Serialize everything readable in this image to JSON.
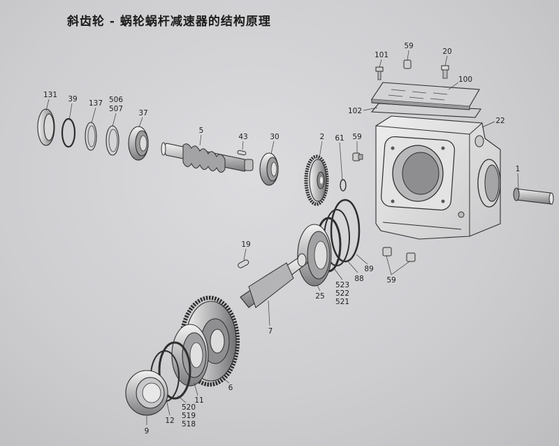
{
  "title": "斜齿轮 - 蜗轮蜗杆减速器的结构原理",
  "callouts": [
    {
      "id": "c131",
      "text": "131"
    },
    {
      "id": "c39",
      "text": "39"
    },
    {
      "id": "c137",
      "text": "137"
    },
    {
      "id": "c506",
      "text": "506"
    },
    {
      "id": "c507",
      "text": "507"
    },
    {
      "id": "c37",
      "text": "37"
    },
    {
      "id": "c5",
      "text": "5"
    },
    {
      "id": "c43",
      "text": "43"
    },
    {
      "id": "c30",
      "text": "30"
    },
    {
      "id": "c2",
      "text": "2"
    },
    {
      "id": "c61",
      "text": "61"
    },
    {
      "id": "c59a",
      "text": "59"
    },
    {
      "id": "c101",
      "text": "101"
    },
    {
      "id": "c59b",
      "text": "59"
    },
    {
      "id": "c20",
      "text": "20"
    },
    {
      "id": "c100",
      "text": "100"
    },
    {
      "id": "c102",
      "text": "102"
    },
    {
      "id": "c22",
      "text": "22"
    },
    {
      "id": "c1",
      "text": "1"
    },
    {
      "id": "c19",
      "text": "19"
    },
    {
      "id": "c89",
      "text": "89"
    },
    {
      "id": "c88",
      "text": "88"
    },
    {
      "id": "c523",
      "text": "523"
    },
    {
      "id": "c522",
      "text": "522"
    },
    {
      "id": "c521",
      "text": "521"
    },
    {
      "id": "c25",
      "text": "25"
    },
    {
      "id": "c59c",
      "text": "59"
    },
    {
      "id": "c7",
      "text": "7"
    },
    {
      "id": "c6",
      "text": "6"
    },
    {
      "id": "c11",
      "text": "11"
    },
    {
      "id": "c520",
      "text": "520"
    },
    {
      "id": "c519",
      "text": "519"
    },
    {
      "id": "c518",
      "text": "518"
    },
    {
      "id": "c12",
      "text": "12"
    },
    {
      "id": "c9",
      "text": "9"
    }
  ]
}
